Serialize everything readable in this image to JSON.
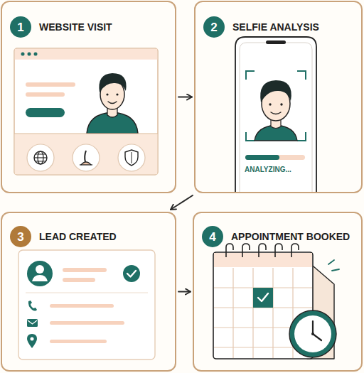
{
  "diagram": {
    "nodes": [
      {
        "text": [
          "WEBSITE VISIT"
        ]
      },
      {
        "text": [
          "1"
        ],
        "in": 0
      },
      {
        "text": [
          "SELFIE ANALYSIS"
        ]
      },
      {
        "text": [
          "2"
        ],
        "in": 2
      },
      {
        "text": [
          "LEAD CREATED"
        ]
      },
      {
        "text": [
          "3"
        ],
        "in": 4
      },
      {
        "text": [
          "APPOINTMENT BOOKED"
        ]
      },
      {
        "text": [
          "4"
        ],
        "in": 6
      }
    ],
    "edges": [
      {
        "from": 0,
        "to": 2,
        "arrow": "to"
      },
      {
        "from": 2,
        "to": 4,
        "arrow": "to"
      },
      {
        "from": 4,
        "to": 6,
        "arrow": "to"
      }
    ],
    "labels": [
      "ANALYZING..."
    ]
  }
}
